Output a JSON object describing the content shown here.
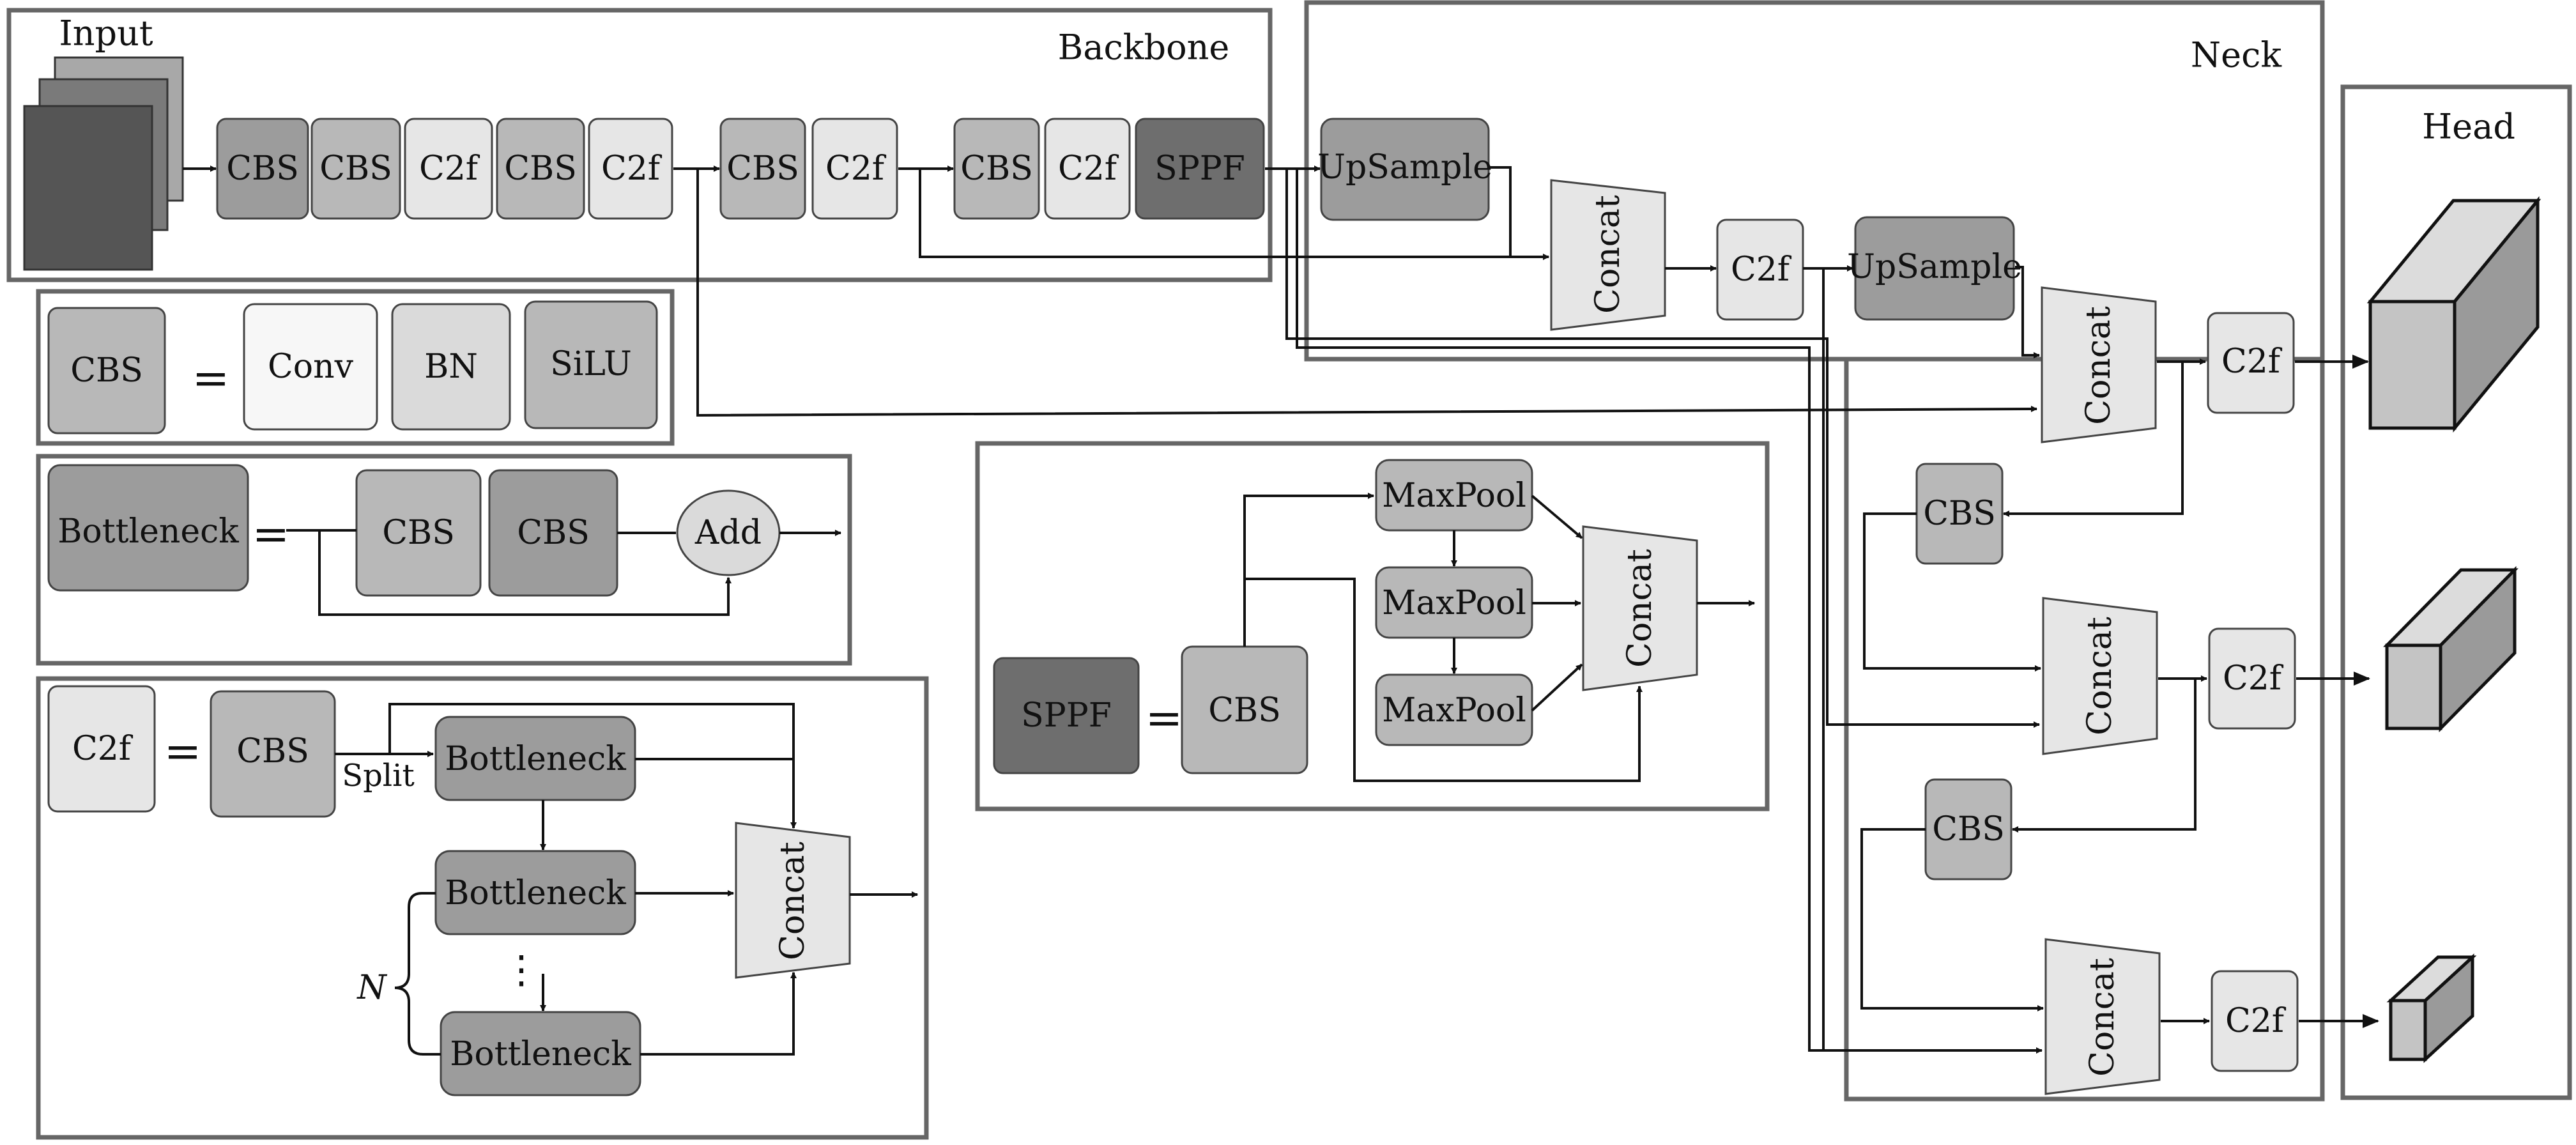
{
  "titles": {
    "input": "Input",
    "backbone": "Backbone",
    "neck": "Neck",
    "head": "Head"
  },
  "backbone": {
    "blocks": [
      "CBS",
      "CBS",
      "C2f",
      "CBS",
      "C2f",
      "CBS",
      "C2f",
      "CBS",
      "C2f",
      "SPPF"
    ]
  },
  "neck": {
    "upsample_1": "UpSample",
    "upsample_2": "UpSample",
    "concat_1": "Concat",
    "concat_2": "Concat",
    "concat_3": "Concat",
    "concat_4": "Concat",
    "c2f_1": "C2f",
    "c2f_2": "C2f",
    "c2f_3": "C2f",
    "c2f_4": "C2f",
    "cbs_1": "CBS",
    "cbs_2": "CBS"
  },
  "legend_cbs": {
    "name": "CBS",
    "equals": "=",
    "parts": [
      "Conv",
      "BN",
      "SiLU"
    ]
  },
  "legend_bottleneck": {
    "name": "Bottleneck",
    "equals": "=",
    "cbs_1": "CBS",
    "cbs_2": "CBS",
    "add": "Add"
  },
  "legend_c2f": {
    "name": "C2f",
    "equals": "=",
    "cbs": "CBS",
    "split": "Split",
    "bottleneck_1": "Bottleneck",
    "bottleneck_2": "Bottleneck",
    "bottleneck_3": "Bottleneck",
    "dots": "⋮",
    "n_label": "N",
    "concat": "Concat"
  },
  "legend_sppf": {
    "name": "SPPF",
    "equals": "=",
    "cbs": "CBS",
    "maxpool_1": "MaxPool",
    "maxpool_2": "MaxPool",
    "maxpool_3": "MaxPool",
    "concat": "Concat"
  },
  "colors": {
    "frame": "#666666",
    "dark_block": "#6e6e6e",
    "mid_block": "#9c9c9c",
    "light_block": "#b8b8b8",
    "pale_block": "#e6e6e6"
  }
}
